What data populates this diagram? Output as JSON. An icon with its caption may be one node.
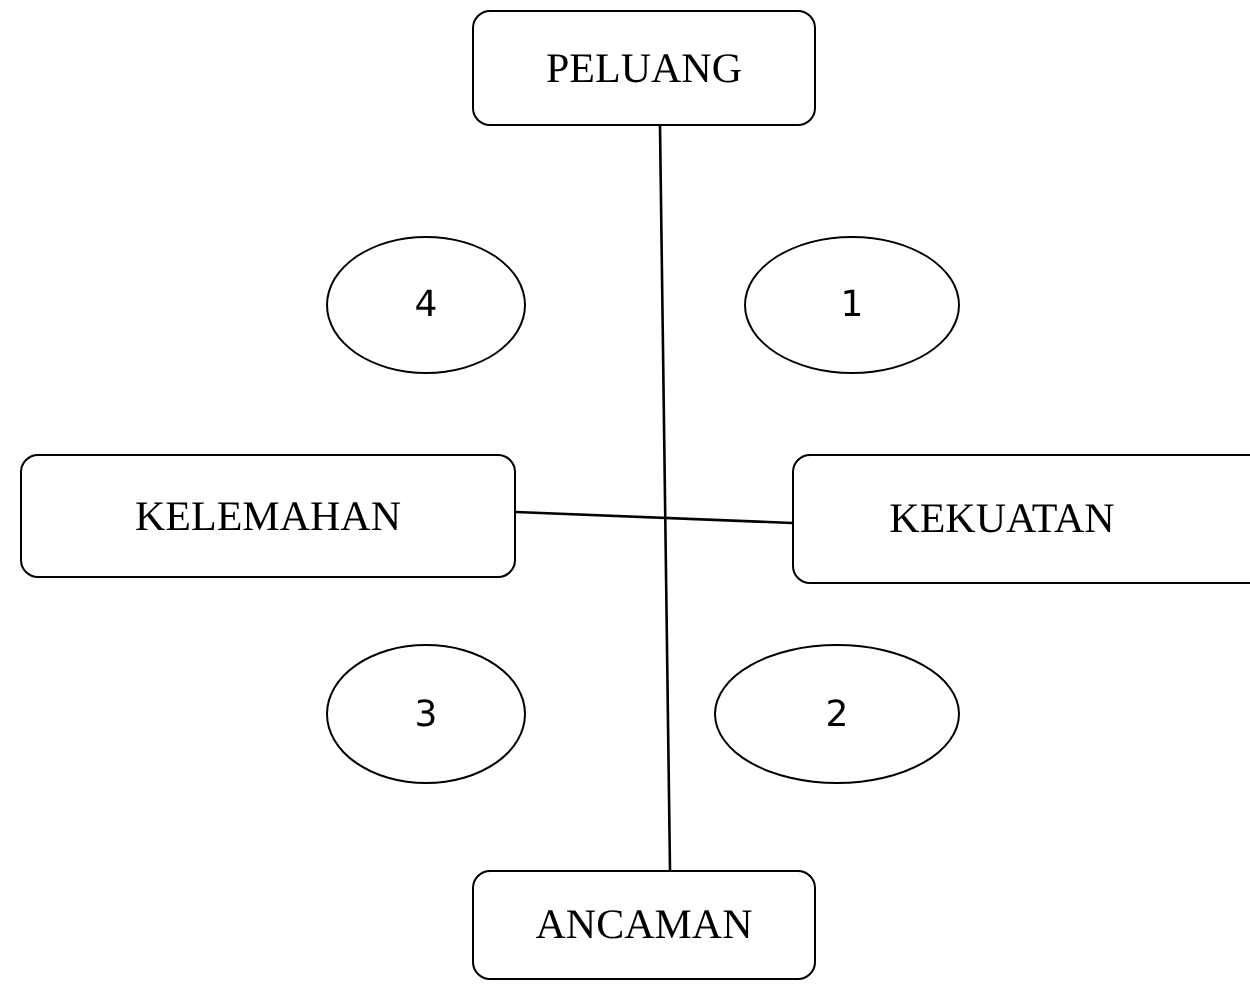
{
  "diagram": {
    "nodes": [
      {
        "text": [
          "PELUANG"
        ]
      },
      {
        "text": [
          "4"
        ]
      },
      {
        "text": [
          "1"
        ]
      },
      {
        "text": [
          "KELEMAHAN"
        ]
      },
      {
        "text": [
          "KEKUATAN"
        ]
      },
      {
        "text": [
          "3"
        ]
      },
      {
        "text": [
          "2"
        ]
      },
      {
        "text": [
          "ANCAMAN"
        ]
      }
    ],
    "edges": [
      {
        "from": 0,
        "to": 7,
        "arrow": "none"
      },
      {
        "from": 3,
        "to": 4,
        "arrow": "none"
      }
    ]
  }
}
